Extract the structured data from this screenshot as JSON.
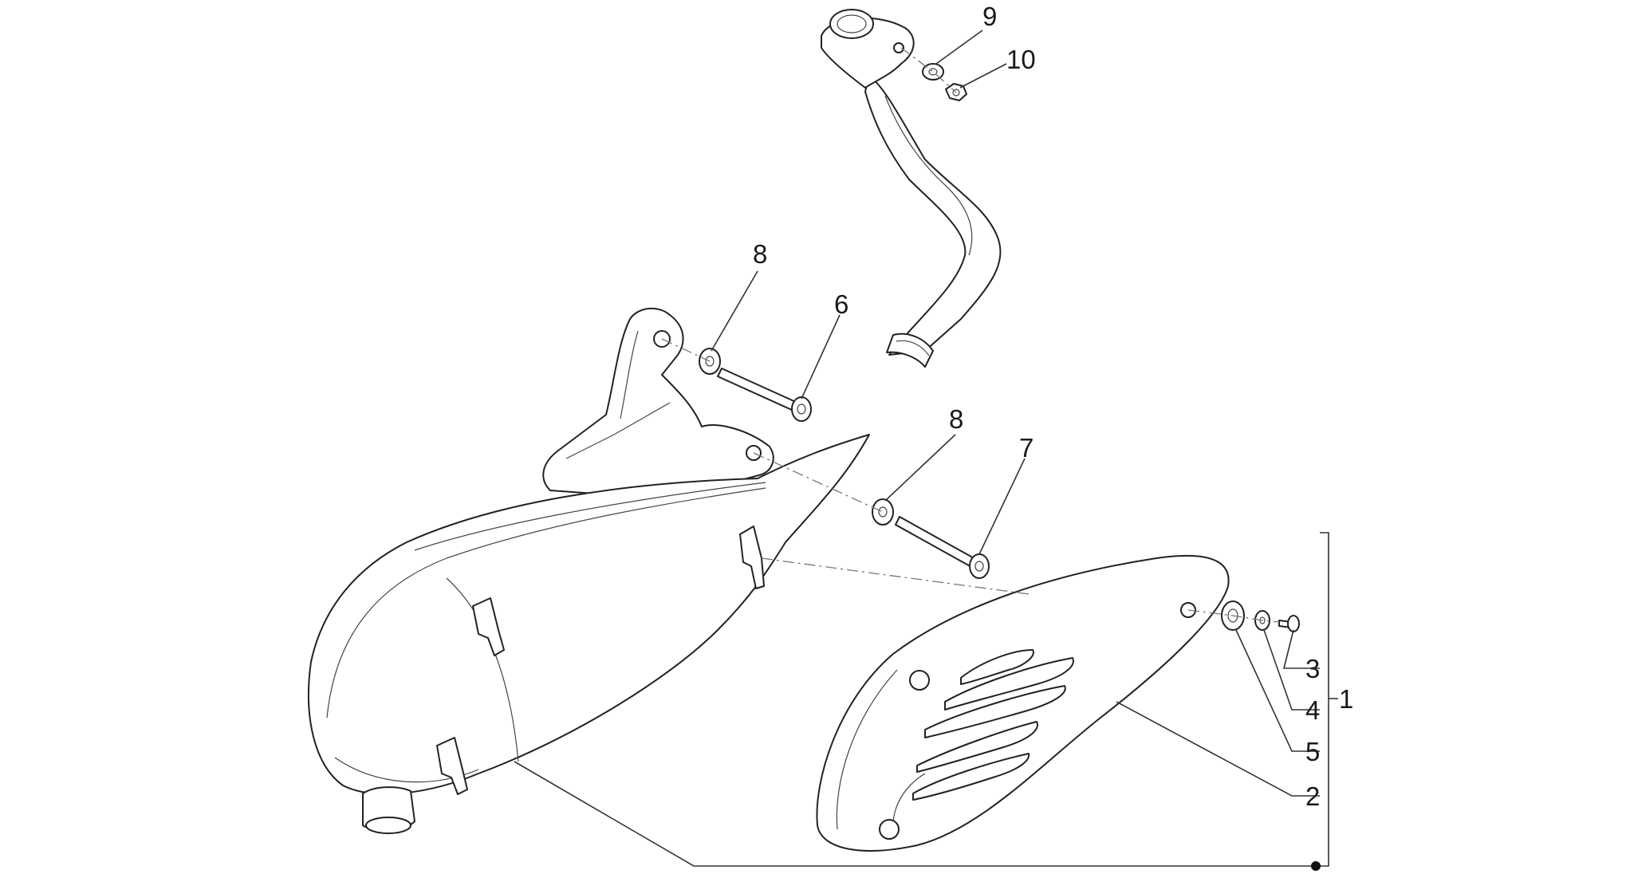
{
  "diagram": {
    "callouts": [
      {
        "id": "c1",
        "label": "1"
      },
      {
        "id": "c2",
        "label": "2"
      },
      {
        "id": "c3",
        "label": "3"
      },
      {
        "id": "c4",
        "label": "4"
      },
      {
        "id": "c5",
        "label": "5"
      },
      {
        "id": "c6",
        "label": "6"
      },
      {
        "id": "c7",
        "label": "7"
      },
      {
        "id": "c8a",
        "label": "8"
      },
      {
        "id": "c8b",
        "label": "8"
      },
      {
        "id": "c9",
        "label": "9"
      },
      {
        "id": "c10",
        "label": "10"
      }
    ]
  }
}
